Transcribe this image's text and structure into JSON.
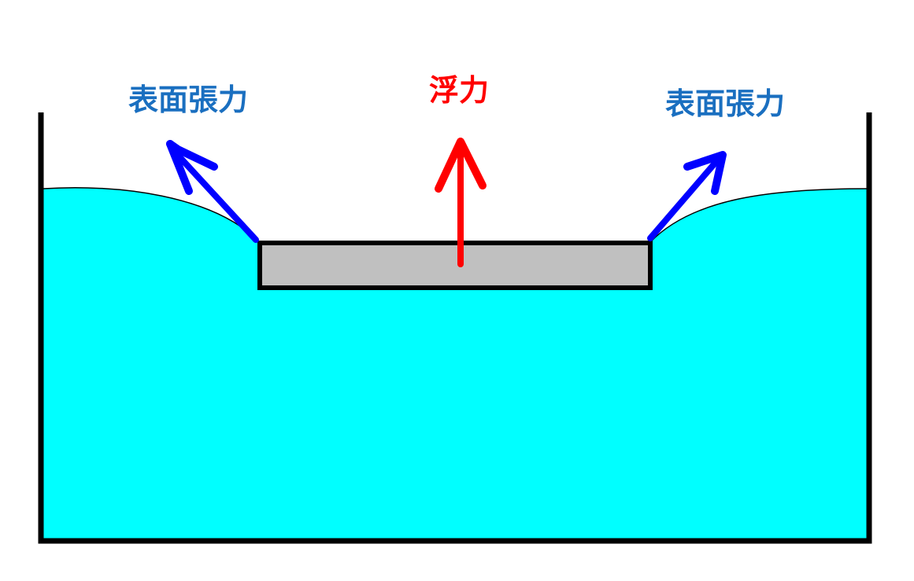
{
  "labels": {
    "surface_tension_left": "表面張力",
    "buoyancy": "浮力",
    "surface_tension_right": "表面張力"
  },
  "colors": {
    "water": "#00ffff",
    "container": "#000000",
    "object_fill": "#c0c0c0",
    "surface_tension_arrow": "#0000ff",
    "buoyancy_arrow": "#ff0000",
    "surface_tension_text": "#1a6fc0",
    "buoyancy_text": "#ff0000",
    "background": "#ffffff"
  }
}
